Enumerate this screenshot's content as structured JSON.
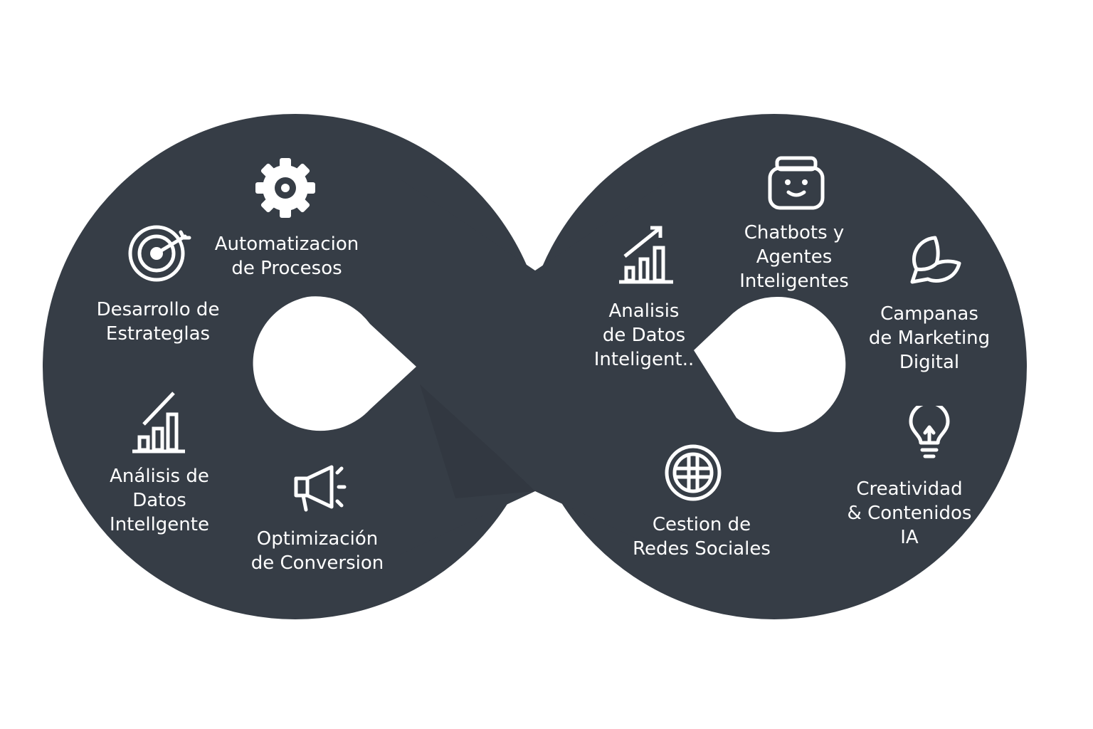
{
  "colors": {
    "shape": "#363d46",
    "hole": "#ffffff",
    "text": "#ffffff"
  },
  "items": [
    {
      "icon": "gear-icon",
      "lines": [
        "Automatizacion",
        "de Procesos"
      ]
    },
    {
      "icon": "target-icon",
      "lines": [
        "Desarrollo de",
        "Estrateglas"
      ]
    },
    {
      "icon": "bar-chart-icon",
      "lines": [
        "Análisis de",
        "Datos",
        "Intellgente"
      ]
    },
    {
      "icon": "megaphone-icon",
      "lines": [
        "Optimización",
        "de Conversion"
      ]
    },
    {
      "icon": "growth-chart-icon",
      "lines": [
        "Analisis",
        "de Datos",
        "Inteligent.."
      ]
    },
    {
      "icon": "robot-icon",
      "lines": [
        "Chatbots y",
        "Agentes",
        "Inteligentes"
      ]
    },
    {
      "icon": "leaf-icon",
      "lines": [
        "Campanas",
        "de Marketing",
        "Digital"
      ]
    },
    {
      "icon": "globe-icon",
      "lines": [
        "Cestion de",
        "Redes Sociales"
      ]
    },
    {
      "icon": "lightbulb-icon",
      "lines": [
        "Creatividad",
        "& Contenidos",
        "IA"
      ]
    }
  ]
}
